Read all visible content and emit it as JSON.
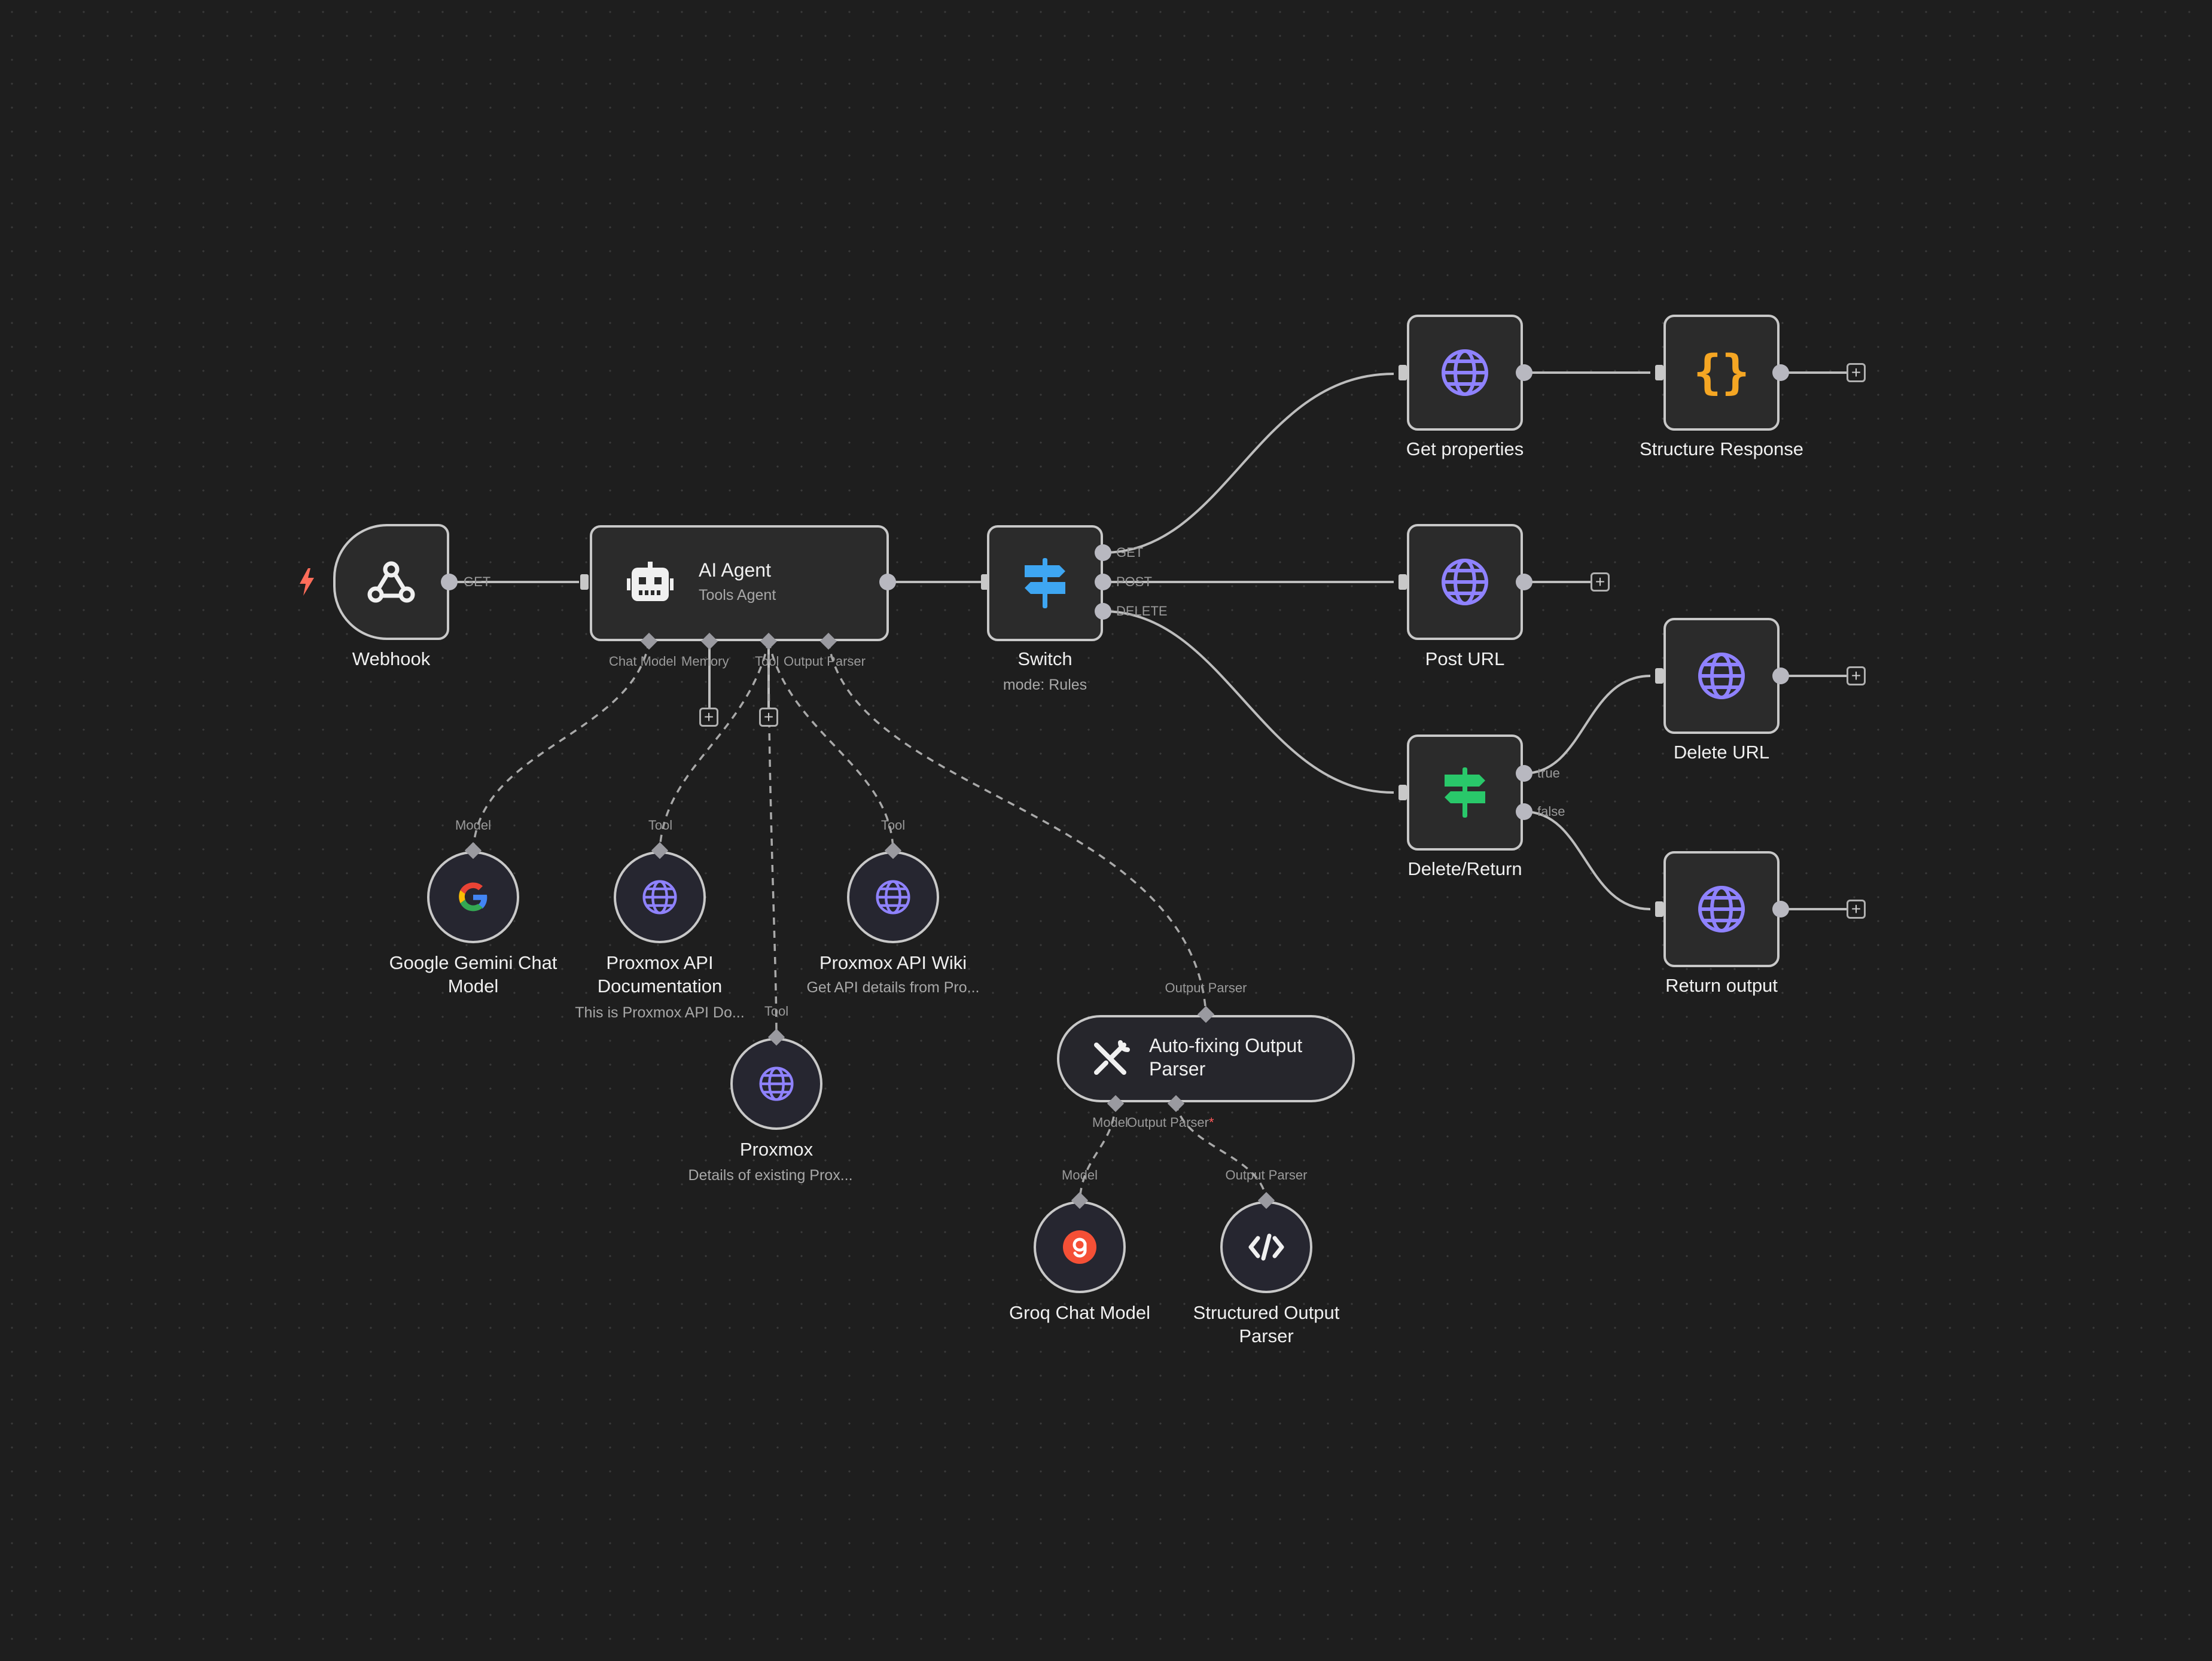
{
  "colors": {
    "background": "#1e1e1e",
    "node_border": "#c8c8c8",
    "http_icon": "#8f82ff",
    "switch_icon": "#3ea6f2",
    "if_icon": "#29c86a",
    "code_icon": "#f5a623",
    "trigger_bolt": "#ff6d5a",
    "groq": "#f55036"
  },
  "nodes": {
    "webhook": {
      "label": "Webhook",
      "icon": "webhook-icon",
      "trigger_icon": "lightning-bolt-icon",
      "out_label": "GET"
    },
    "ai_agent": {
      "label": "AI Agent",
      "sublabel": "Tools Agent",
      "icon": "robot-icon",
      "ports": [
        "Chat Model",
        "Memory",
        "Tool",
        "Output Parser"
      ],
      "chat_model_required": "*"
    },
    "switch": {
      "label": "Switch",
      "sublabel": "mode: Rules",
      "icon": "signpost-icon",
      "outputs": [
        "GET",
        "POST",
        "DELETE"
      ]
    },
    "get_properties": {
      "label": "Get properties",
      "icon": "globe-icon"
    },
    "structure_response": {
      "label": "Structure Response",
      "icon": "curly-braces-icon"
    },
    "post_url": {
      "label": "Post URL",
      "icon": "globe-icon"
    },
    "delete_return": {
      "label": "Delete/Return",
      "icon": "signpost-icon",
      "outputs": [
        "true",
        "false"
      ]
    },
    "delete_url": {
      "label": "Delete URL",
      "icon": "globe-icon"
    },
    "return_output": {
      "label": "Return output",
      "icon": "globe-icon"
    },
    "gemini": {
      "label": "Google Gemini Chat Model",
      "port": "Model",
      "icon": "google-icon"
    },
    "proxmox_doc": {
      "label": "Proxmox API Documentation",
      "sublabel": "This is Proxmox API Do...",
      "port": "Tool",
      "icon": "globe-icon"
    },
    "proxmox_wiki": {
      "label": "Proxmox API Wiki",
      "sublabel": "Get API details from Pro...",
      "port": "Tool",
      "icon": "globe-icon"
    },
    "proxmox": {
      "label": "Proxmox",
      "sublabel": "Details of existing Prox...",
      "port": "Tool",
      "icon": "globe-icon"
    },
    "autofix": {
      "label": "Auto-fixing Output Parser",
      "port": "Output Parser",
      "icon": "tools-icon",
      "ports": [
        "Model",
        "Output Parser"
      ],
      "required": "*"
    },
    "groq": {
      "label": "Groq Chat Model",
      "port": "Model",
      "icon": "groq-icon"
    },
    "structured_parser": {
      "label": "Structured Output Parser",
      "port": "Output Parser",
      "icon": "code-icon"
    }
  }
}
